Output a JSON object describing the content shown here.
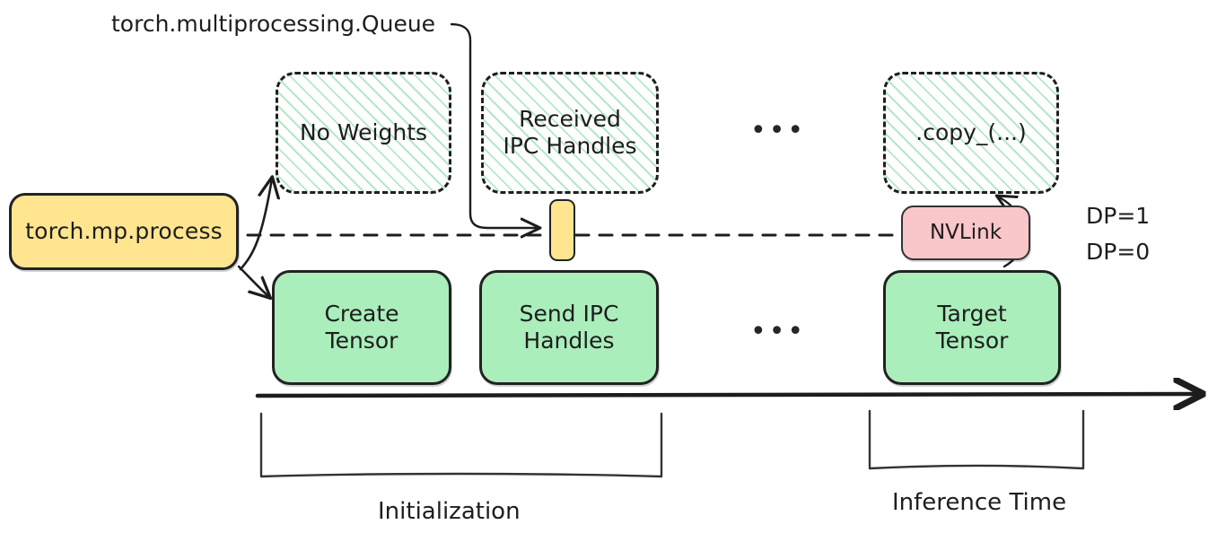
{
  "diagram": {
    "title": "torch multiprocessing IPC weight transfer timeline",
    "colors": {
      "process_fill": "#ffe58f",
      "active_fill": "#aaeebb",
      "placeholder_hatch": "#78d696",
      "nvlink_fill": "#f9c6c9",
      "stroke": "#222222"
    }
  },
  "annotations": {
    "queue_label": "torch.multiprocessing.Queue",
    "ellipsis_top": "•••",
    "ellipsis_bottom": "•••"
  },
  "lanes": {
    "top": {
      "name": "DP=1",
      "label": "DP=1"
    },
    "bottom": {
      "name": "DP=0",
      "label": "DP=0"
    }
  },
  "process_node": {
    "label": "torch.mp.process"
  },
  "top_lane_nodes": [
    {
      "id": "no-weights",
      "label": "No Weights",
      "style": "dashed-hatched"
    },
    {
      "id": "received-ipc",
      "label": "Received\nIPC Handles",
      "style": "dashed-hatched"
    },
    {
      "id": "copy-call",
      "label": ".copy_(...)",
      "style": "dashed-hatched"
    }
  ],
  "bottom_lane_nodes": [
    {
      "id": "create-tensor",
      "label": "Create\nTensor",
      "style": "solid-green"
    },
    {
      "id": "send-ipc",
      "label": "Send IPC\nHandles",
      "style": "solid-green"
    },
    {
      "id": "target-tensor",
      "label": "Target\nTensor",
      "style": "solid-green"
    }
  ],
  "transfer_node": {
    "label": "NVLink"
  },
  "queue_arrow_node": {
    "icon": "up-arrow-icon"
  },
  "timeline": {
    "phases": [
      {
        "id": "initialization",
        "label": "Initialization"
      },
      {
        "id": "inference",
        "label": "Inference Time"
      }
    ]
  }
}
